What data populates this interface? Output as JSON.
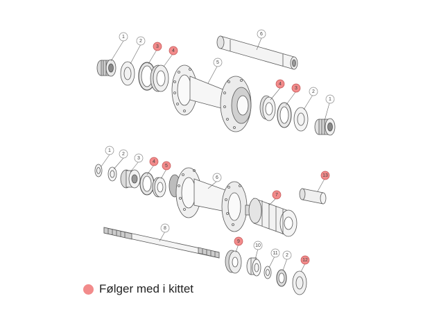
{
  "legend": {
    "label": "Følger med i kittet",
    "color": "#f28b8b"
  },
  "colors": {
    "line": "#555555",
    "callout_plain": "#ffffff",
    "callout_kit": "#f28b8b"
  },
  "callouts": [
    {
      "id": "c-top-1a",
      "label": "1",
      "kit": false
    },
    {
      "id": "c-top-2a",
      "label": "2",
      "kit": false
    },
    {
      "id": "c-top-3a",
      "label": "3",
      "kit": true
    },
    {
      "id": "c-top-4a",
      "label": "4",
      "kit": true
    },
    {
      "id": "c-top-5",
      "label": "5",
      "kit": false
    },
    {
      "id": "c-top-6",
      "label": "6",
      "kit": false
    },
    {
      "id": "c-top-4b",
      "label": "4",
      "kit": true
    },
    {
      "id": "c-top-3b",
      "label": "3",
      "kit": true
    },
    {
      "id": "c-top-2b",
      "label": "2",
      "kit": false
    },
    {
      "id": "c-top-1b",
      "label": "1",
      "kit": false
    },
    {
      "id": "c-bot-1a",
      "label": "1",
      "kit": false
    },
    {
      "id": "c-bot-2a",
      "label": "2",
      "kit": false
    },
    {
      "id": "c-bot-3",
      "label": "3",
      "kit": false
    },
    {
      "id": "c-bot-4",
      "label": "4",
      "kit": true
    },
    {
      "id": "c-bot-5",
      "label": "5",
      "kit": true
    },
    {
      "id": "c-bot-6",
      "label": "6",
      "kit": false
    },
    {
      "id": "c-bot-13",
      "label": "13",
      "kit": true
    },
    {
      "id": "c-bot-7",
      "label": "7",
      "kit": true
    },
    {
      "id": "c-bot-8",
      "label": "8",
      "kit": false
    },
    {
      "id": "c-bot-9",
      "label": "9",
      "kit": true
    },
    {
      "id": "c-bot-10",
      "label": "10",
      "kit": false
    },
    {
      "id": "c-bot-11",
      "label": "11",
      "kit": false
    },
    {
      "id": "c-bot-2b",
      "label": "2",
      "kit": false
    },
    {
      "id": "c-bot-12",
      "label": "12",
      "kit": true
    }
  ]
}
